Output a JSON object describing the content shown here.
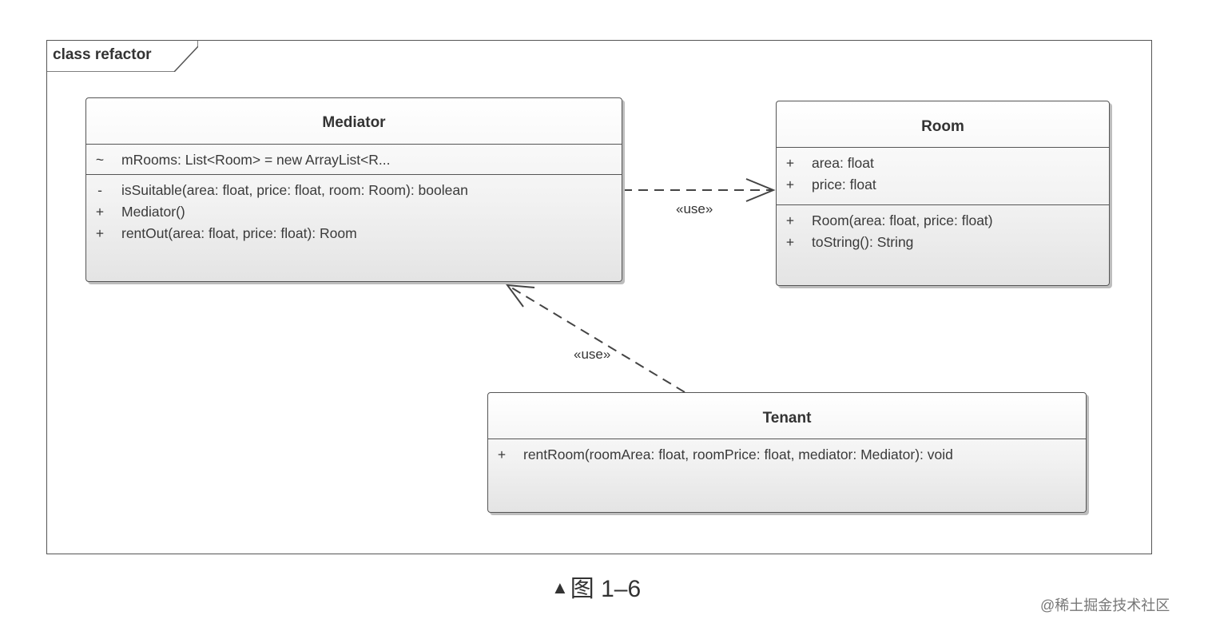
{
  "frame": {
    "label": "class refactor"
  },
  "classes": {
    "mediator": {
      "name": "Mediator",
      "attributes": [
        {
          "vis": "~",
          "sig": "mRooms: List<Room> = new ArrayList<R..."
        }
      ],
      "operations": [
        {
          "vis": "-",
          "sig": "isSuitable(area: float, price: float, room: Room): boolean"
        },
        {
          "vis": "+",
          "sig": "Mediator()"
        },
        {
          "vis": "+",
          "sig": "rentOut(area: float, price: float): Room"
        }
      ]
    },
    "room": {
      "name": "Room",
      "attributes": [
        {
          "vis": "+",
          "sig": "area: float"
        },
        {
          "vis": "+",
          "sig": "price: float"
        }
      ],
      "operations": [
        {
          "vis": "+",
          "sig": "Room(area: float, price: float)"
        },
        {
          "vis": "+",
          "sig": "toString(): String"
        }
      ]
    },
    "tenant": {
      "name": "Tenant",
      "operations": [
        {
          "vis": "+",
          "sig": "rentRoom(roomArea: float, roomPrice: float, mediator: Mediator): void"
        }
      ]
    }
  },
  "relations": [
    {
      "from": "Mediator",
      "to": "Room",
      "kind": "dependency",
      "stereotype": "«use»"
    },
    {
      "from": "Tenant",
      "to": "Mediator",
      "kind": "dependency",
      "stereotype": "«use»"
    }
  ],
  "caption": {
    "marker": "▲",
    "text": "图 1–6"
  },
  "watermark": "@稀土掘金技术社区",
  "colors": {
    "line": "#555555",
    "shadow": "#bdbdbd",
    "fill_top": "#ffffff",
    "fill_bottom": "#e4e4e4"
  }
}
